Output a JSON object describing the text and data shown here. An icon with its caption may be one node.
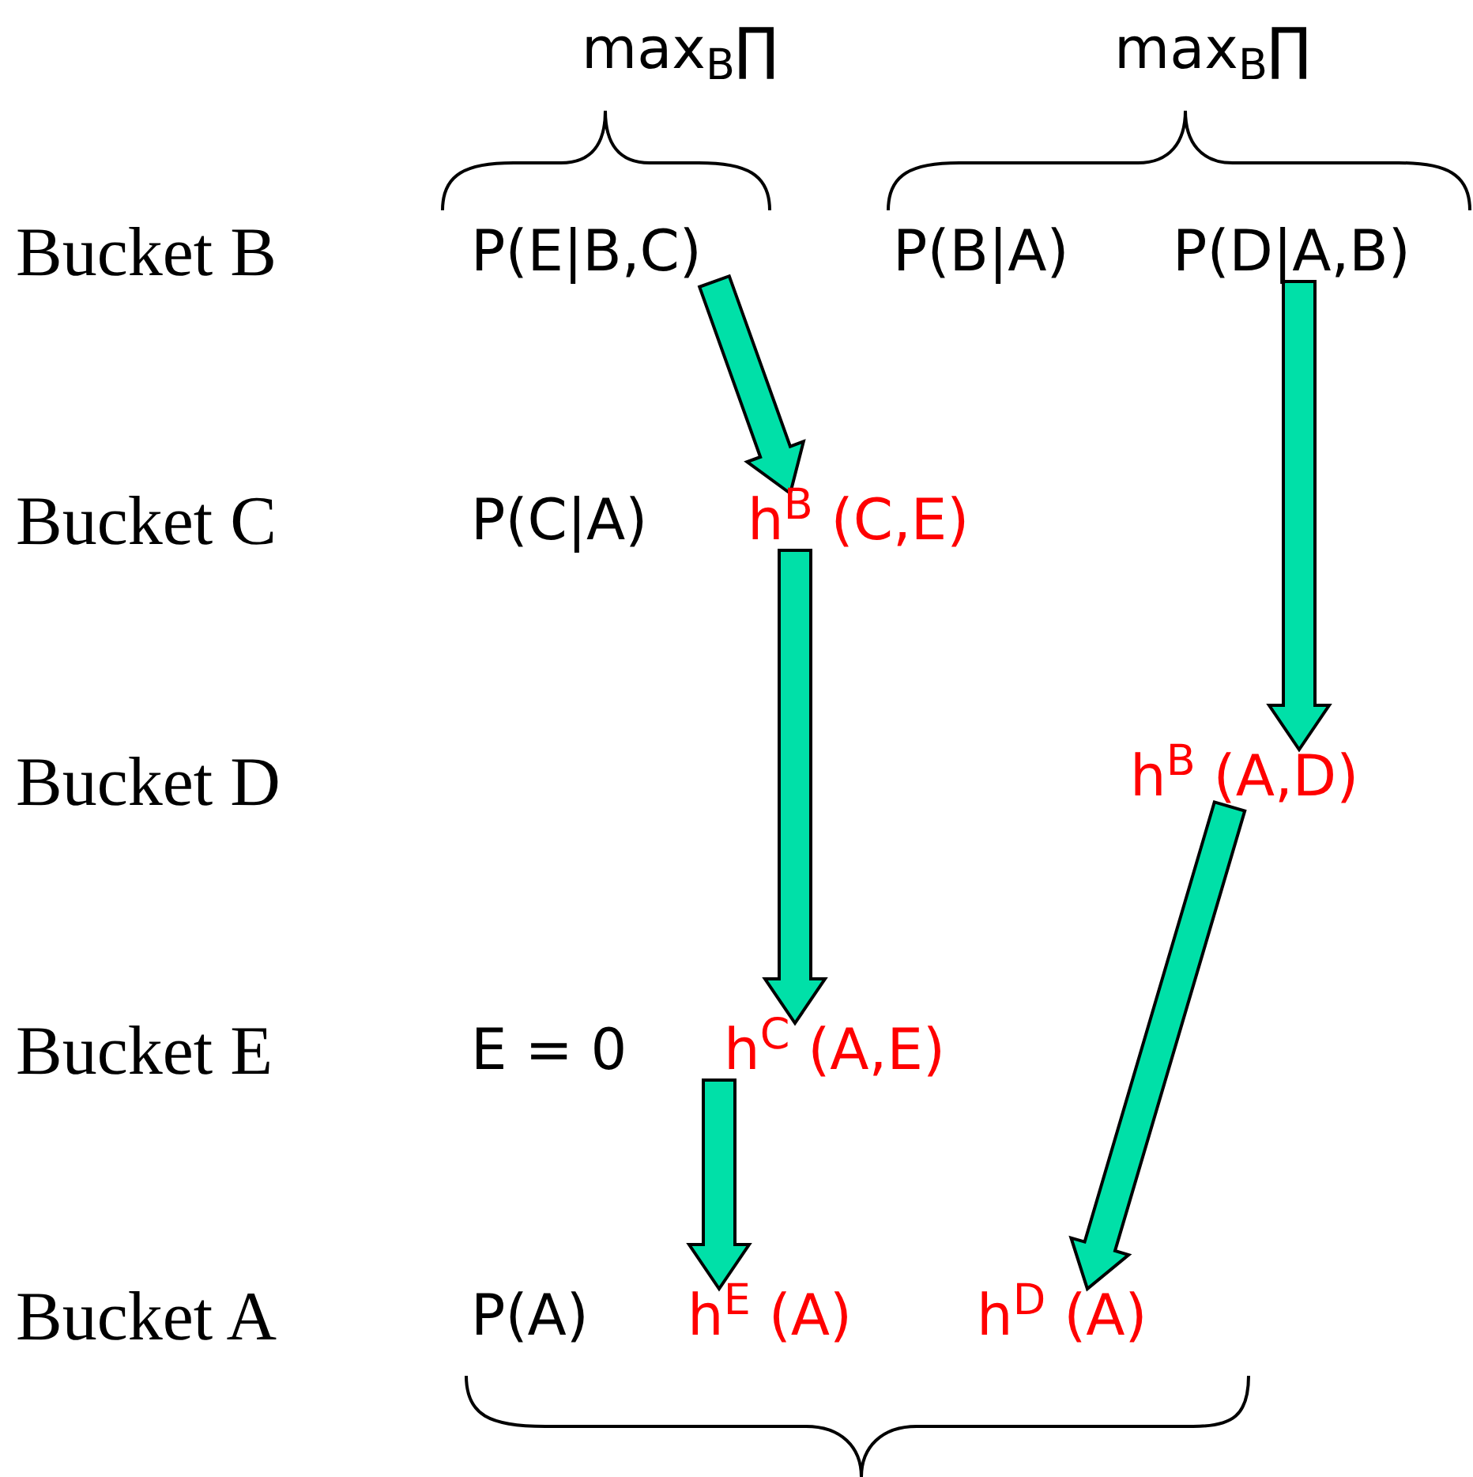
{
  "diagram": {
    "nodes": [
      {
        "text": [
          "P(E|B,C)"
        ]
      },
      {
        "text": [
          "h$^{B}$ (C,E)"
        ]
      },
      {
        "text": [
          "P(D|A,B)"
        ]
      },
      {
        "text": [
          "h$^{B}$ (A,D)"
        ]
      },
      {
        "text": [
          "h$^{C}$ (A,E)"
        ]
      },
      {
        "text": [
          "h$^{E}$ (A)"
        ]
      },
      {
        "text": [
          "h$^{D}$ (A)"
        ]
      }
    ],
    "edges": [
      {
        "from": 0,
        "to": 1,
        "arrow": "to"
      },
      {
        "from": 2,
        "to": 3,
        "arrow": "to"
      },
      {
        "from": 1,
        "to": 4,
        "arrow": "to"
      },
      {
        "from": 3,
        "to": 6,
        "arrow": "to"
      },
      {
        "from": 4,
        "to": 5,
        "arrow": "to"
      }
    ],
    "labels": [
      "max$_{B}$∏",
      "max$_{B}$∏",
      "Bucket B",
      "P(B|A)",
      "Bucket C",
      "P(C|A)",
      "Bucket D",
      "Bucket E",
      "E = 0",
      "Bucket A",
      "P(A)"
    ]
  }
}
